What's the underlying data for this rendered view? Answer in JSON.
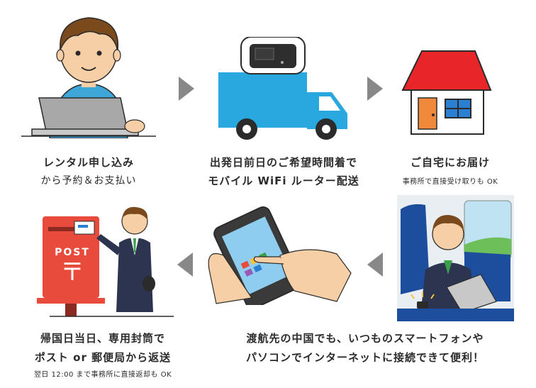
{
  "steps": [
    {
      "line1": "レンタル申し込み",
      "line2": "から予約＆お支払い"
    },
    {
      "line1": "出発日前日のご希望時間着で",
      "line2": "モバイル WiFi ルーター配送"
    },
    {
      "line1": "ご自宅にお届け",
      "note": "事務所で直接受け取りも OK"
    },
    {
      "line1": "渡航先の中国でも、いつものスマートフォンや",
      "line2": "パソコンでインターネットに接続できて便利！"
    },
    {
      "line1": "帰国日当日、専用封筒で",
      "line2": "ポスト or 郵便局から返送",
      "note": "翌日 12:00 まで事務所に直接返却も OK"
    }
  ],
  "postbox_label": "POST",
  "postbox_mark": "〒",
  "colors": {
    "truck": "#29a8e0",
    "roof": "#e8262a",
    "postbox": "#e84b3c",
    "arrow": "#888888"
  }
}
